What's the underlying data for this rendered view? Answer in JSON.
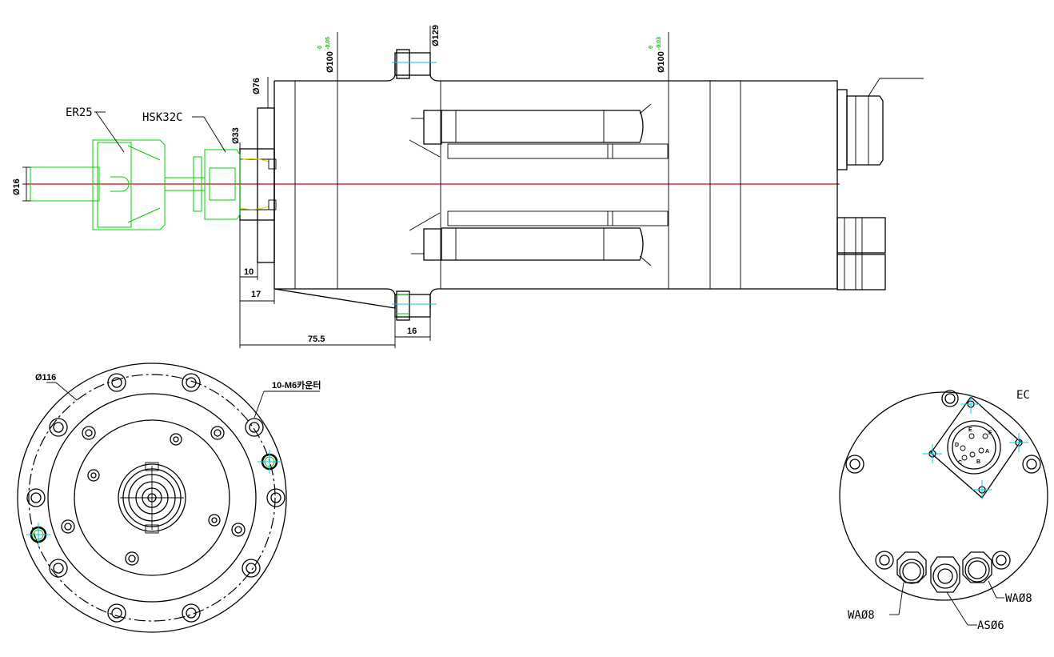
{
  "callouts": {
    "er25": "ER25",
    "hsk32c": "HSK32C",
    "counterbore": "10-M6카운터",
    "ec": "EC",
    "wa8_left": "WAØ8",
    "wa8_right": "WAØ8",
    "as6": "ASØ6"
  },
  "dimensions": {
    "d16": "Ø16",
    "d33": "Ø33",
    "d76": "Ø76",
    "d129": "Ø129",
    "d100_left": "Ø100",
    "d100_left_tol_upper": "0",
    "d100_left_tol_lower": "-0.05",
    "d100_right": "Ø100",
    "d100_right_tol_upper": "0",
    "d100_right_tol_lower": "-0.03",
    "d116": "Ø116",
    "len10": "10",
    "len17": "17",
    "len16": "16",
    "len75_5": "75.5"
  },
  "connector_pins": {
    "a": "A",
    "b": "B",
    "c": "C",
    "d": "D",
    "e": "E",
    "f": "F"
  },
  "colors": {
    "outline": "#000000",
    "tool_holder": "#00d000",
    "centerline": "#e00000",
    "hole_marks": "#00c8d8",
    "tolerance": "#00c000",
    "fit_detail": "#d8d000"
  }
}
